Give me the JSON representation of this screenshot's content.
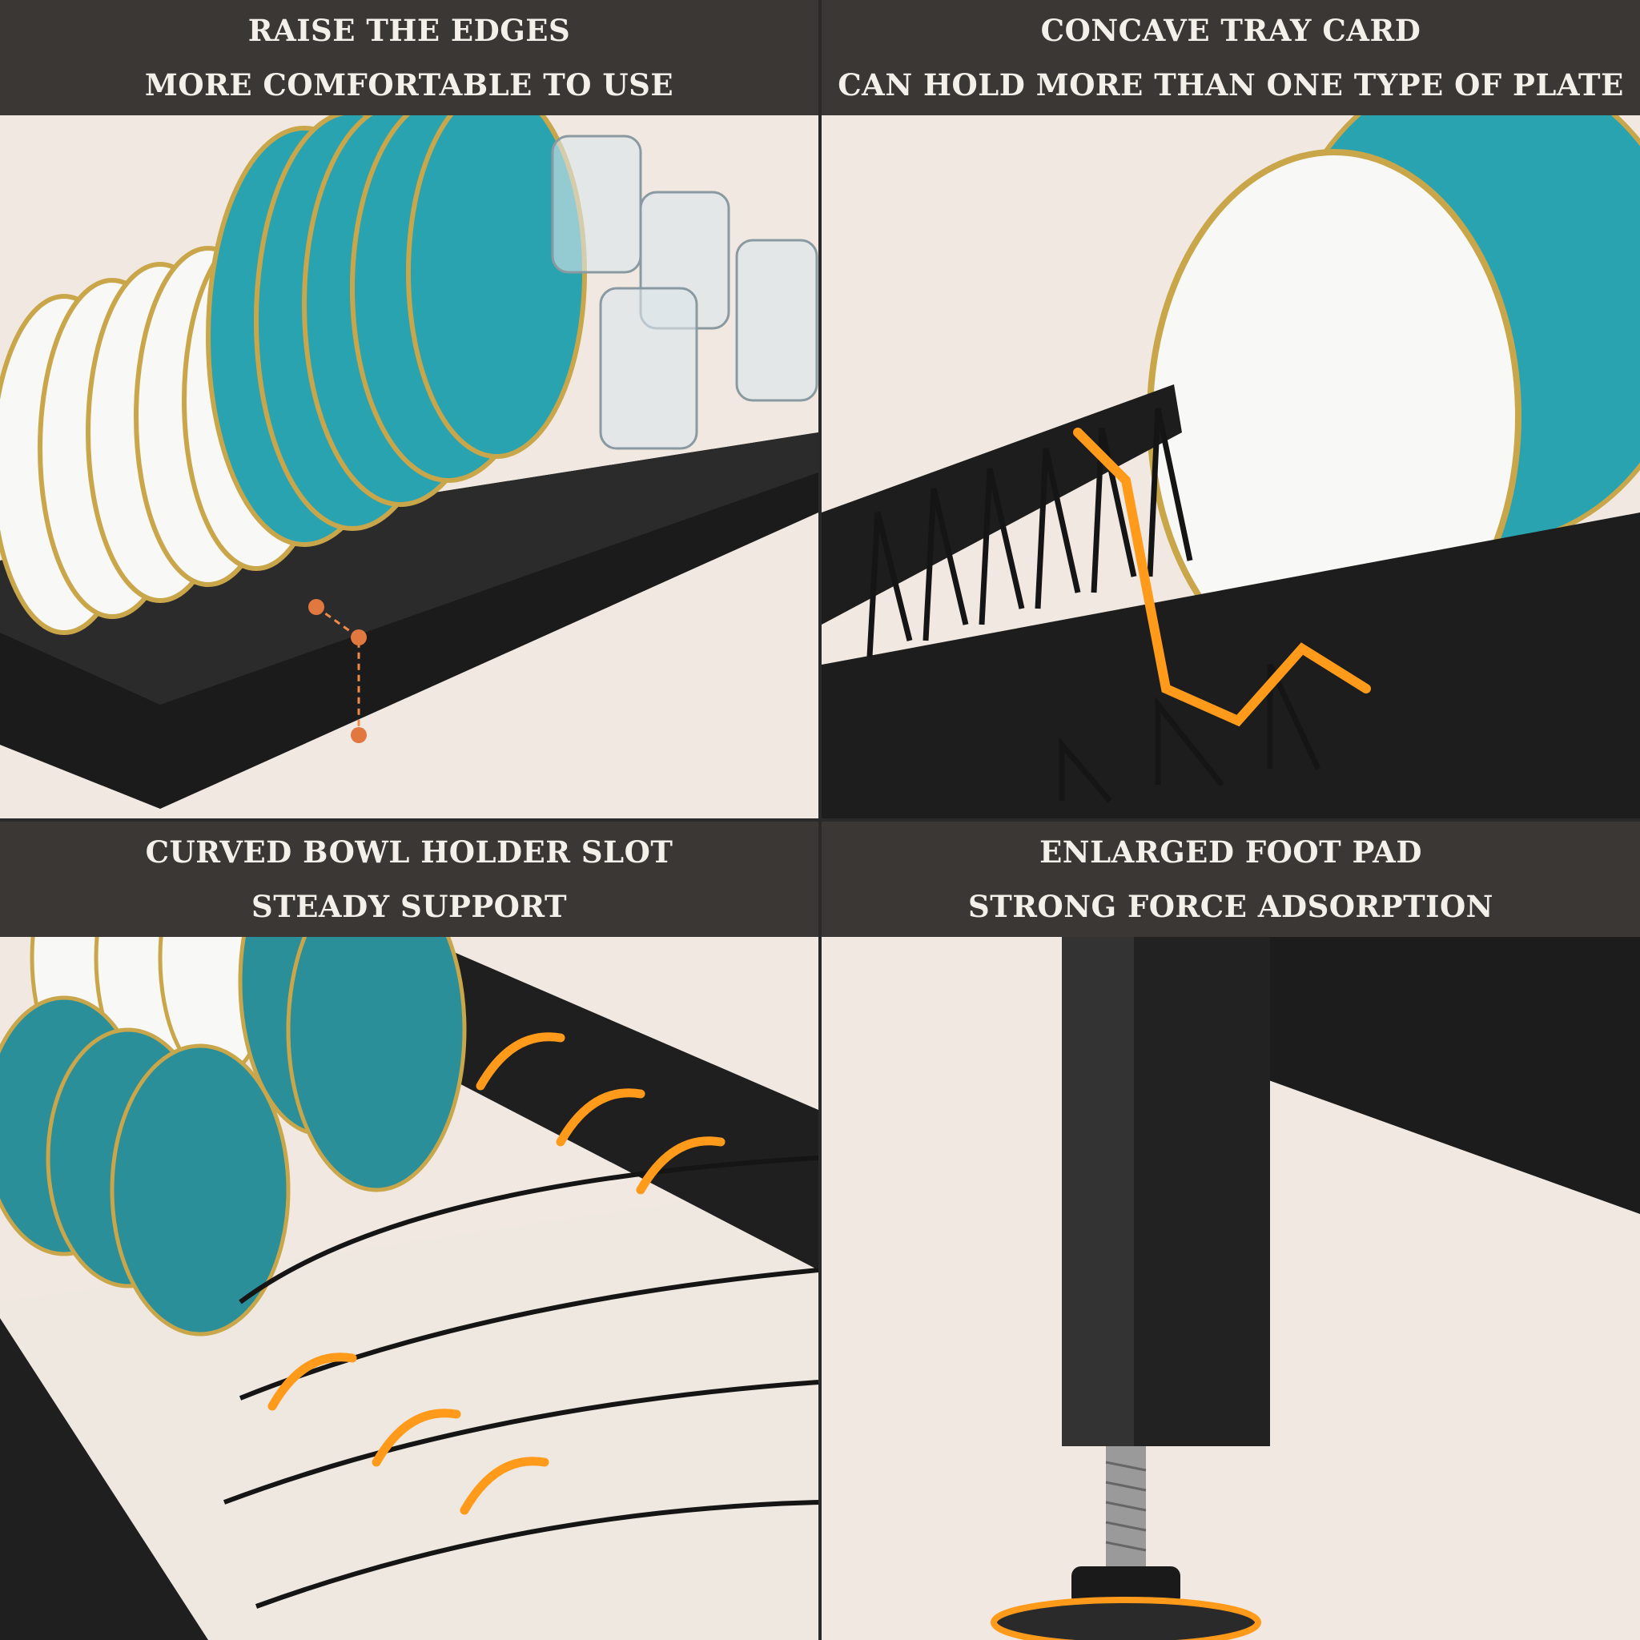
{
  "panels": [
    {
      "line1": "RAISE THE EDGES",
      "line2": "MORE COMFORTABLE TO USE"
    },
    {
      "line1": "CONCAVE TRAY CARD",
      "line2": "CAN HOLD MORE THAN ONE TYPE OF PLATE"
    },
    {
      "line1": "CURVED BOWL HOLDER SLOT",
      "line2": "STEADY SUPPORT"
    },
    {
      "line1": "ENLARGED FOOT PAD",
      "line2": "STRONG FORCE ADSORPTION"
    }
  ],
  "colors": {
    "caption_bg": "#3a3735",
    "caption_text": "#f4efe8",
    "background": "#f1e9e1",
    "rack": "#1c1c1c",
    "highlight": "#ff9a1a",
    "plate_teal": "#2aa3b0"
  }
}
